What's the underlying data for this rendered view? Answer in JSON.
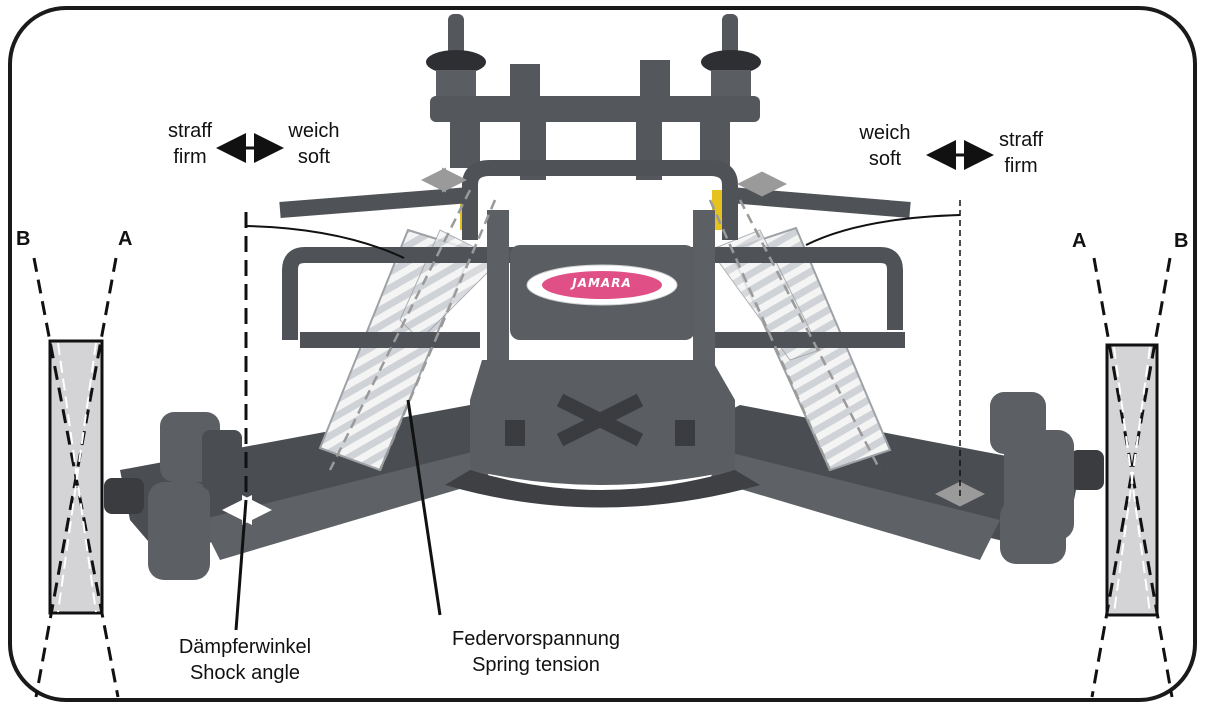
{
  "left_setting": {
    "firm_de": "straff",
    "firm_en": "firm",
    "soft_de": "weich",
    "soft_en": "soft"
  },
  "right_setting": {
    "soft_de": "weich",
    "soft_en": "soft",
    "firm_de": "straff",
    "firm_en": "firm"
  },
  "left_tire": {
    "label_outer": "B",
    "label_inner": "A"
  },
  "right_tire": {
    "label_inner": "A",
    "label_outer": "B"
  },
  "callouts": {
    "shock_angle_de": "Dämpferwinkel",
    "shock_angle_en": "Shock angle",
    "spring_tension_de": "Federvorspannung",
    "spring_tension_en": "Spring tension"
  },
  "brand_badge": "JAMARA",
  "colors": {
    "chassis": "#5a5d62",
    "chassis_dark": "#3f4246",
    "tire_fill": "#d4d4d6",
    "spring": "#f2f2f2",
    "accent": "#e04f85"
  }
}
